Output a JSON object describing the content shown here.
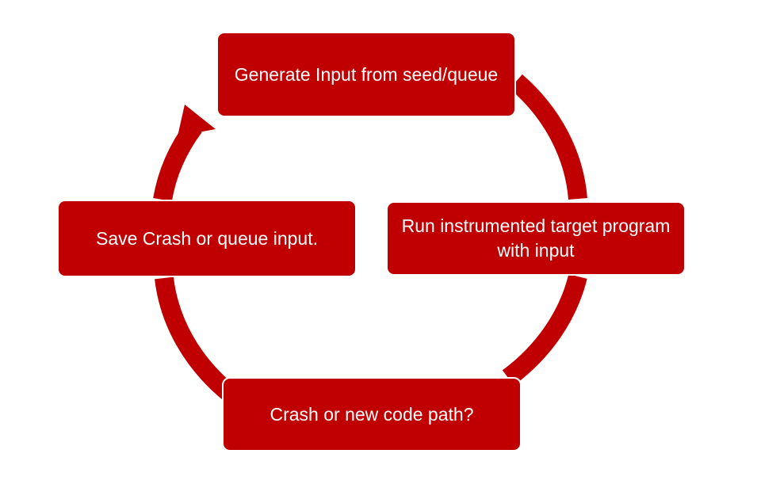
{
  "diagram": {
    "colors": {
      "box_fill": "#c00000",
      "box_text": "#ffffff",
      "connector": "#c00000",
      "background": "#ffffff"
    },
    "steps": [
      {
        "id": "generate",
        "label": "Generate Input from seed/queue"
      },
      {
        "id": "run",
        "label": "Run instrumented target program with input"
      },
      {
        "id": "check",
        "label": "Crash or new code path?"
      },
      {
        "id": "save",
        "label": "Save Crash or queue input."
      }
    ],
    "flow": "clockwise cycle: generate → run → check → save → generate (arrowhead pointing into generate)"
  }
}
